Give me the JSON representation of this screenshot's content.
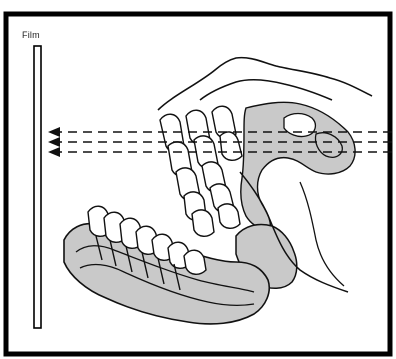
{
  "figure": {
    "film_label": "Film",
    "colors": {
      "frame": "#000000",
      "ink": "#1a1a1a",
      "bone_shade": "#c9c9c9",
      "background": "#ffffff"
    },
    "beam_count": 3,
    "beam_style": "dashed",
    "beam_direction": "right-to-left"
  }
}
